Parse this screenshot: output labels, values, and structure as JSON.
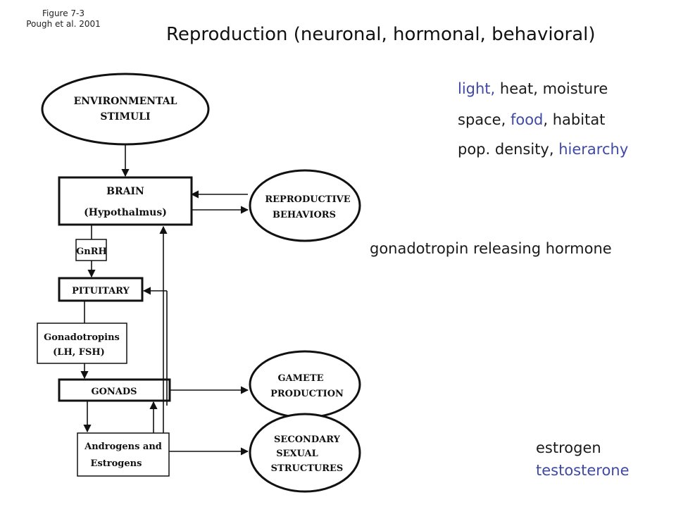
{
  "figure": {
    "caption_line1": "Figure 7-3",
    "caption_line2": "Pough et al. 2001"
  },
  "title": "Reproduction (neuronal, hormonal, behavioral)",
  "colors": {
    "accent": "#3f49a8",
    "text": "#111111",
    "background": "#ffffff"
  },
  "diagram": {
    "environmental_stimuli": [
      "ENVIRONMENTAL",
      "STIMULI"
    ],
    "brain": [
      "BRAIN",
      "(Hypothalmus)"
    ],
    "reproductive_behaviors": [
      "REPRODUCTIVE",
      "BEHAVIORS"
    ],
    "gnrh": "GnRH",
    "pituitary": "PITUITARY",
    "gonadotropins": [
      "Gonadotropins",
      "(LH, FSH)"
    ],
    "gonads": "GONADS",
    "gamete_production": [
      "GAMETE",
      "PRODUCTION"
    ],
    "androgens_estrogens": [
      "Androgens and",
      "Estrogens"
    ],
    "secondary_sexual_structures": [
      "SECONDARY",
      "SEXUAL",
      "STRUCTURES"
    ]
  },
  "annotations": {
    "row1": {
      "light": "light,",
      "heat_moisture": " heat, moisture"
    },
    "row2": {
      "space": "space, ",
      "food": "food",
      "habitat": ", habitat"
    },
    "row3": {
      "density": "pop. density, ",
      "hierarchy": "hierarchy"
    },
    "gnrh_meaning": "gonadotropin releasing hormone",
    "estrogen": "estrogen",
    "testosterone": "testosterone"
  }
}
